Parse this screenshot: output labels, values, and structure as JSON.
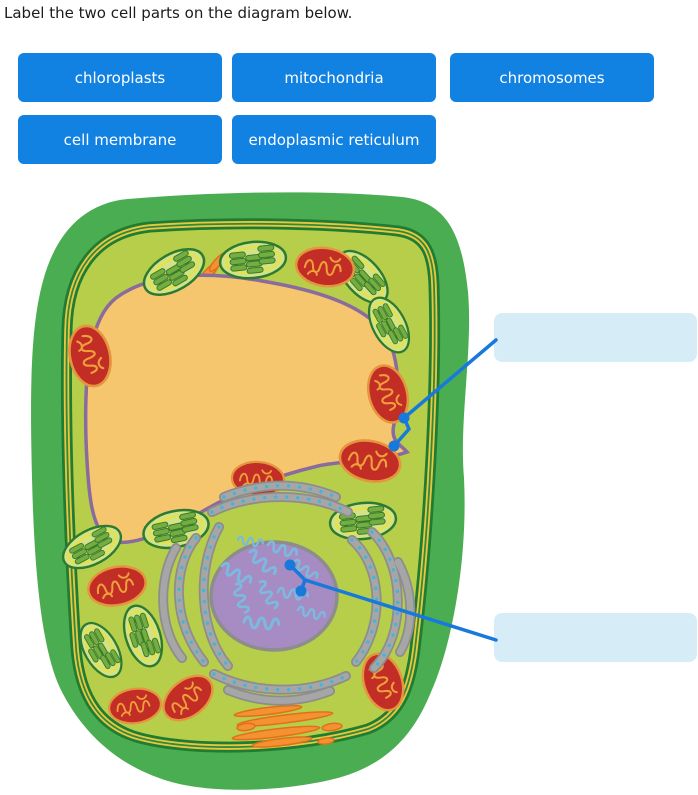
{
  "title": "Label the two cell parts on the diagram below.",
  "word_bank": [
    {
      "label": "chloroplasts"
    },
    {
      "label": "mitochondria"
    },
    {
      "label": "chromosomes"
    },
    {
      "label": "cell membrane"
    },
    {
      "label": "endoplasmic reticulum"
    }
  ],
  "answer_slots": [
    {
      "value": ""
    },
    {
      "value": ""
    }
  ],
  "colors": {
    "button_blue": "#1181e2",
    "slot_fill": "#d6edf8",
    "leader_blue": "#1879dd",
    "cell_wall_green": "#4bad52",
    "cytoplasm_green": "#b6ce4a",
    "vacuole_tan": "#f6c66f",
    "nucleus_purple": "#a68cc2",
    "mitochondrion_red": "#c22d26",
    "chloroplast_fill": "#d2e288",
    "organelle_orange": "#f49231",
    "rough_er_gray": "#9d9d9d",
    "chromosome_blue": "#7db9de"
  }
}
